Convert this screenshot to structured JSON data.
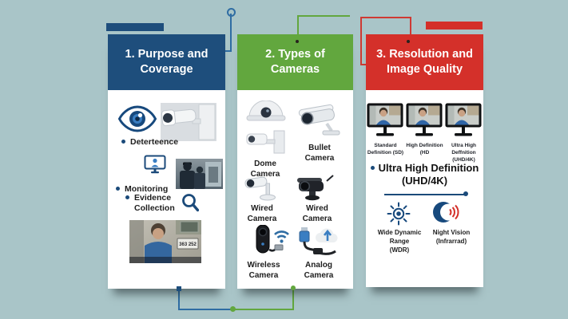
{
  "colors": {
    "background": "#a9c5c8",
    "blue": "#1e4e7c",
    "green": "#62a73e",
    "red": "#d4302a",
    "navy": "#1b4a7a",
    "accent_blue": "#3a7ec2"
  },
  "icons": {
    "eye": "eye-outline",
    "monitoring": "monitor-with-user",
    "magnifier": "magnifying-glass",
    "wifi": "wifi-waves",
    "cloud_upload": "cloud-with-up-arrow",
    "wdr": "sun-brightness",
    "night_vision": "crescent-moon-with-ir-waves"
  },
  "panels": {
    "purpose": {
      "header": "1. Purpose and Coverage",
      "items": [
        {
          "label": "Deterteence"
        },
        {
          "label": "Monitoring"
        },
        {
          "label": "Evidence Collection"
        }
      ],
      "license_plate": "363 252"
    },
    "types": {
      "header": "2. Types of Cameras",
      "cameras": [
        {
          "label": "Dome Camera"
        },
        {
          "label": "Bullet Camera"
        },
        {
          "label": "Wired Camera"
        },
        {
          "label": "Wired Camera"
        },
        {
          "label": "Wireless Camera"
        },
        {
          "label": "Analog Camera"
        }
      ]
    },
    "resolution": {
      "header": "3. Resolution and Image Quality",
      "monitor_labels": [
        "Standard Definition (SD)",
        "High Definition (HD",
        "Ultra High Deffnition (UHD/4K)"
      ],
      "highlight_line1": "Ultra High Definition",
      "highlight_line2": "(UHD/4K)",
      "features": [
        {
          "label": "Wide Dynamic Range",
          "sub": "(WDR)"
        },
        {
          "label": "Night Vision",
          "sub": "(Infrarrad)"
        }
      ]
    }
  }
}
